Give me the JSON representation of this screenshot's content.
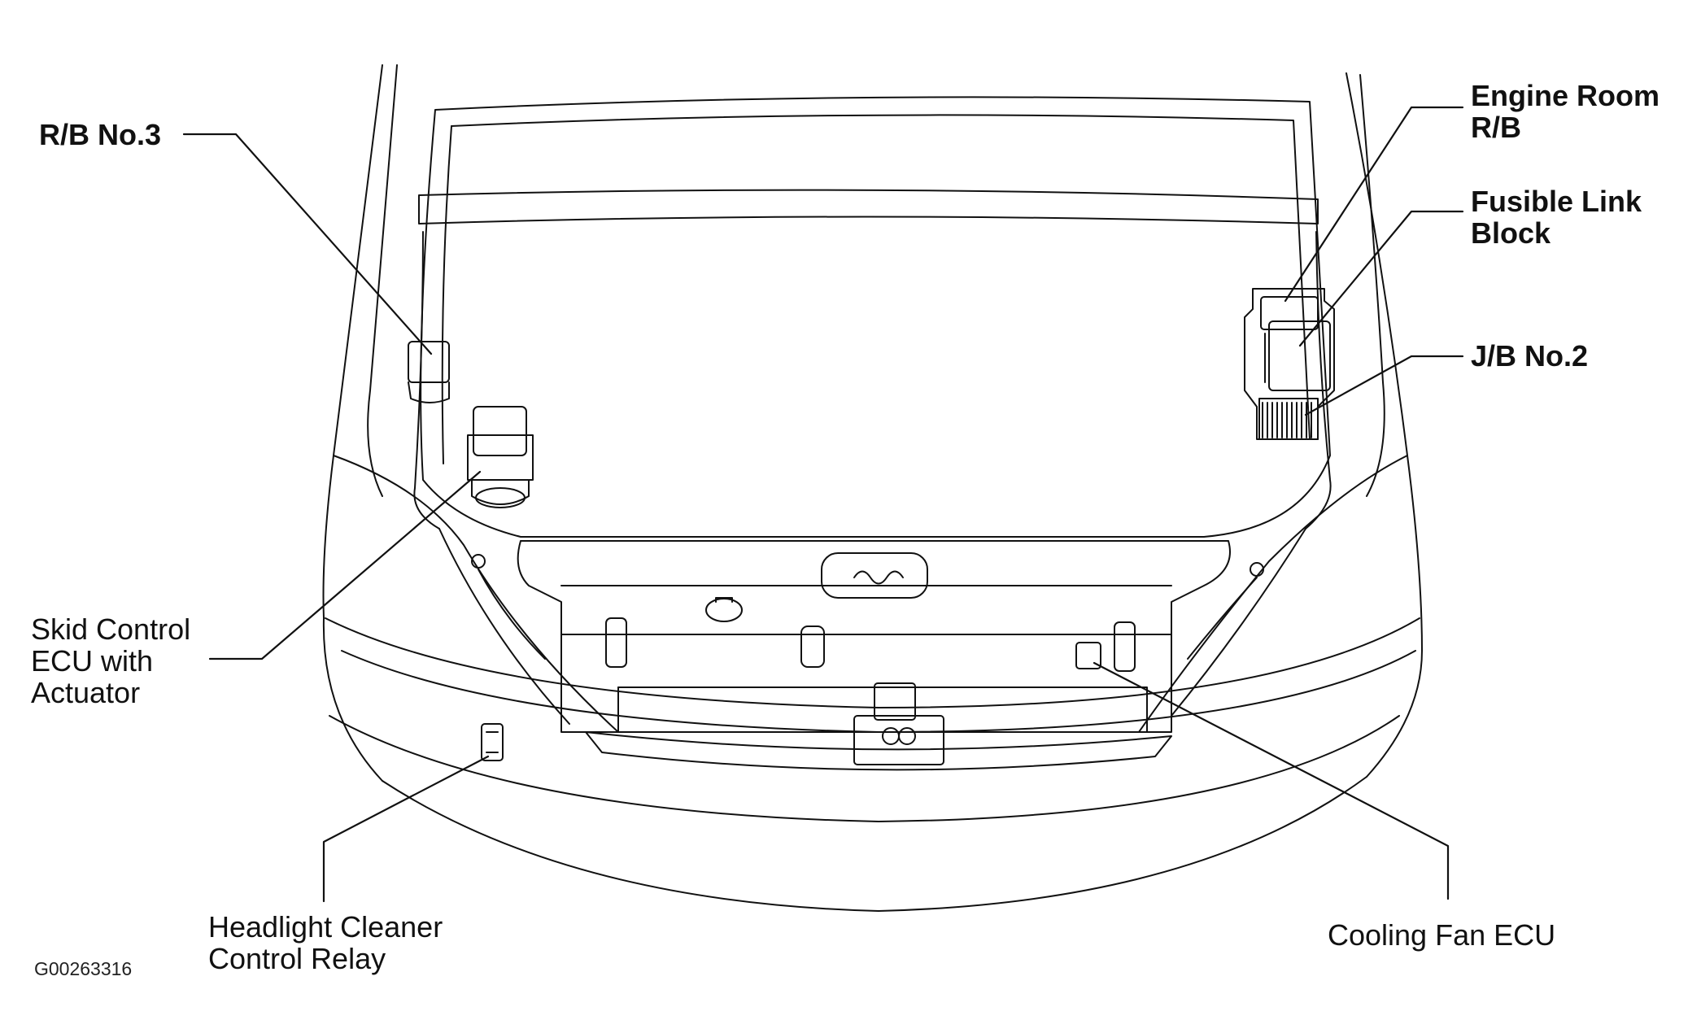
{
  "labels": {
    "rb_no3": "R/B No.3",
    "engine_room_rb": [
      "Engine Room",
      "R/B"
    ],
    "fusible_link_block": [
      "Fusible Link",
      "Block"
    ],
    "jb_no2": "J/B No.2",
    "skid_control_ecu": [
      "Skid Control",
      "ECU with",
      "Actuator"
    ],
    "headlight_cleaner_relay": [
      "Headlight Cleaner",
      "Control Relay"
    ],
    "cooling_fan_ecu": "Cooling Fan ECU"
  },
  "figure_code": "G00263316",
  "colors": {
    "line": "#111111",
    "background": "#ffffff"
  }
}
